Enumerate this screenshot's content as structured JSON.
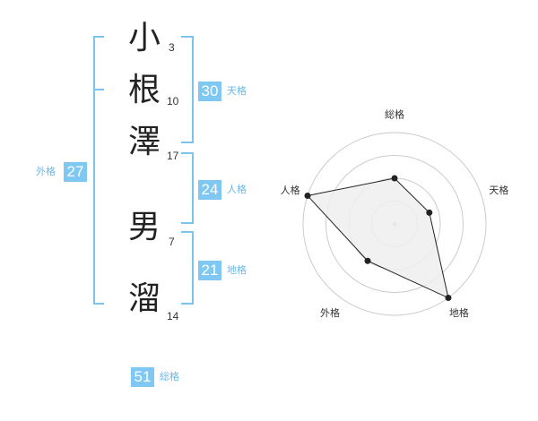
{
  "name": {
    "chars": [
      {
        "char": "小",
        "strokes": "3"
      },
      {
        "char": "根",
        "strokes": "10"
      },
      {
        "char": "澤",
        "strokes": "17"
      },
      {
        "char": "男",
        "strokes": "7"
      },
      {
        "char": "溜",
        "strokes": "14"
      }
    ]
  },
  "kakusu": {
    "tenkaku": {
      "value": "30",
      "label": "天格"
    },
    "jinkaku": {
      "value": "24",
      "label": "人格"
    },
    "chikaku": {
      "value": "21",
      "label": "地格"
    },
    "gaikaku": {
      "value": "27",
      "label": "外格"
    },
    "soukaku": {
      "value": "51",
      "label": "総格"
    }
  },
  "radar": {
    "axes": [
      "総格",
      "天格",
      "地格",
      "外格",
      "人格"
    ],
    "values": [
      0.5,
      0.4,
      1.0,
      0.5,
      1.0
    ],
    "max": 1.0,
    "rings": 4,
    "colors": {
      "fill": "#eeeeee",
      "line": "#222222",
      "grid": "#cccccc",
      "accent": "#7fc8f4"
    }
  }
}
